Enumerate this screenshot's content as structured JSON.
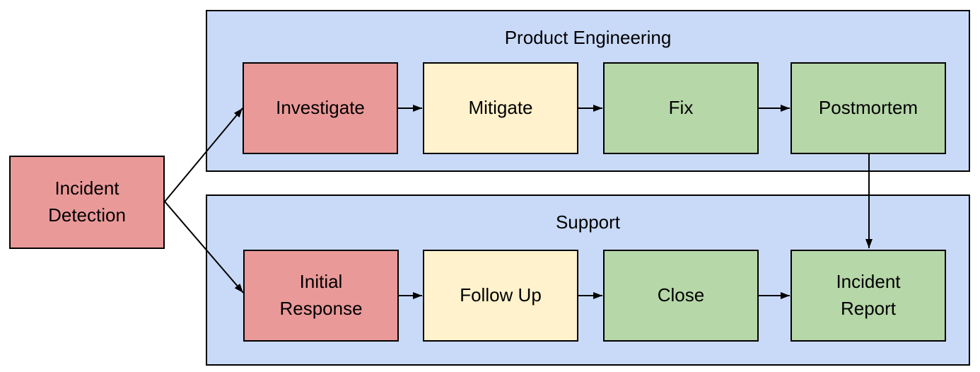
{
  "diagram": {
    "start_node": {
      "label": "Incident Detection",
      "color": "#EA9999"
    },
    "lanes": [
      {
        "title": "Product Engineering",
        "color": "#C9DAF8",
        "nodes": [
          {
            "label": "Investigate",
            "color": "#EA9999"
          },
          {
            "label": "Mitigate",
            "color": "#FFF2CC"
          },
          {
            "label": "Fix",
            "color": "#B6D7A8"
          },
          {
            "label": "Postmortem",
            "color": "#B6D7A8"
          }
        ]
      },
      {
        "title": "Support",
        "color": "#C9DAF8",
        "nodes": [
          {
            "label": "Initial Response",
            "color": "#EA9999"
          },
          {
            "label": "Follow Up",
            "color": "#FFF2CC"
          },
          {
            "label": "Close",
            "color": "#B6D7A8"
          },
          {
            "label": "Incident Report",
            "color": "#B6D7A8"
          }
        ]
      }
    ],
    "edges": [
      {
        "from": "Incident Detection",
        "to": "Investigate"
      },
      {
        "from": "Incident Detection",
        "to": "Initial Response"
      },
      {
        "from": "Investigate",
        "to": "Mitigate"
      },
      {
        "from": "Mitigate",
        "to": "Fix"
      },
      {
        "from": "Fix",
        "to": "Postmortem"
      },
      {
        "from": "Postmortem",
        "to": "Incident Report"
      },
      {
        "from": "Initial Response",
        "to": "Follow Up"
      },
      {
        "from": "Follow Up",
        "to": "Close"
      },
      {
        "from": "Close",
        "to": "Incident Report"
      }
    ],
    "colors": {
      "background": "#FFFFFF",
      "lane_fill": "#C9DAF8",
      "node_red": "#EA9999",
      "node_yellow": "#FFF2CC",
      "node_green": "#B6D7A8",
      "stroke": "#000000",
      "text": "#000000"
    }
  }
}
